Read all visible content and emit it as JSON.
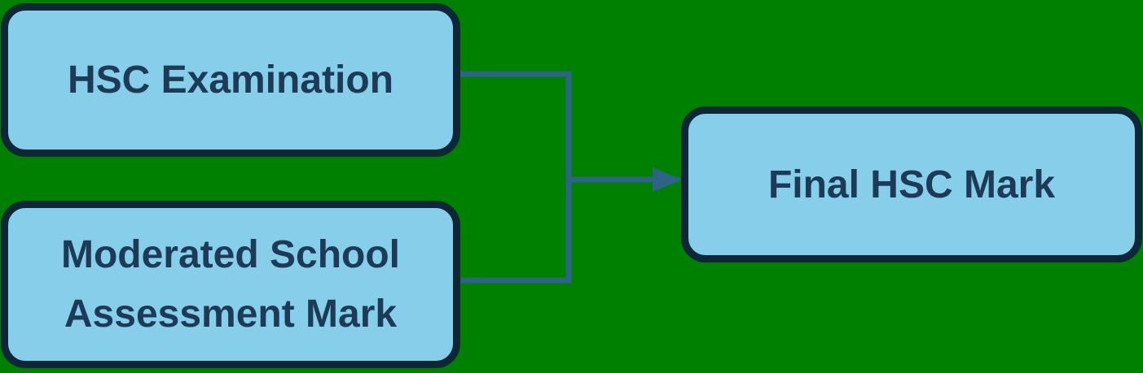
{
  "diagram": {
    "nodes": {
      "exam": {
        "label": "HSC Examination"
      },
      "moderated": {
        "line1": "Moderated School",
        "line2": "Assessment Mark"
      },
      "final": {
        "label": "Final HSC Mark"
      }
    }
  },
  "colors": {
    "background": "#008000",
    "node-fill": "#87ceeb",
    "node-border": "#0d2737",
    "node-text": "#1d3a56",
    "connector": "#2d6386"
  }
}
